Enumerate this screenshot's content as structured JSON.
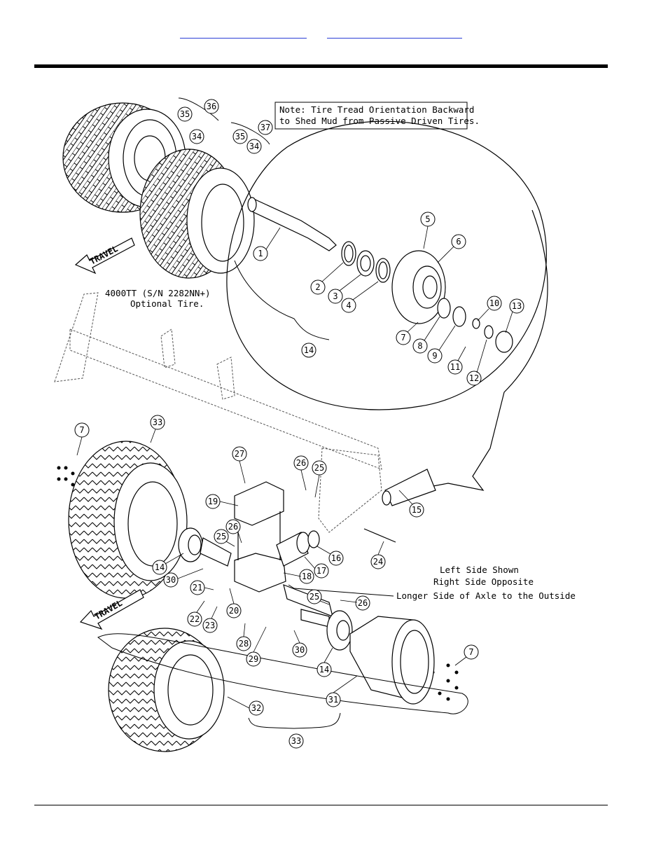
{
  "header": {
    "link_left": "",
    "link_right": ""
  },
  "note": {
    "line1": "Note:  Tire Tread Orientation Backward",
    "line2": "to Shed Mud from Passive Driven Tires."
  },
  "optional_tire": {
    "line1": "4000TT (S/N 2282NN+)",
    "line2": "Optional Tire."
  },
  "side_note": {
    "line1": "Left Side Shown",
    "line2": "Right Side Opposite",
    "line3": "Longer Side of Axle to the Outside"
  },
  "travel_label": "TRAVEL",
  "callouts": {
    "c1": "1",
    "c2": "2",
    "c3": "3",
    "c4": "4",
    "c5": "5",
    "c6": "6",
    "c7a": "7",
    "c7b": "7",
    "c7c": "7",
    "c8": "8",
    "c9": "9",
    "c10": "10",
    "c11": "11",
    "c12": "12",
    "c13": "13",
    "c14a": "14",
    "c14b": "14",
    "c14c": "14",
    "c15": "15",
    "c16": "16",
    "c17": "17",
    "c18": "18",
    "c19": "19",
    "c20": "20",
    "c21": "21",
    "c22": "22",
    "c23": "23",
    "c24": "24",
    "c25a": "25",
    "c25b": "25",
    "c25c": "25",
    "c26a": "26",
    "c26b": "26",
    "c26c": "26",
    "c27": "27",
    "c28": "28",
    "c29": "29",
    "c30a": "30",
    "c30b": "30",
    "c31": "31",
    "c32": "32",
    "c33a": "33",
    "c33b": "33",
    "c34a": "34",
    "c34b": "34",
    "c35a": "35",
    "c35b": "35",
    "c36": "36",
    "c37": "37"
  }
}
